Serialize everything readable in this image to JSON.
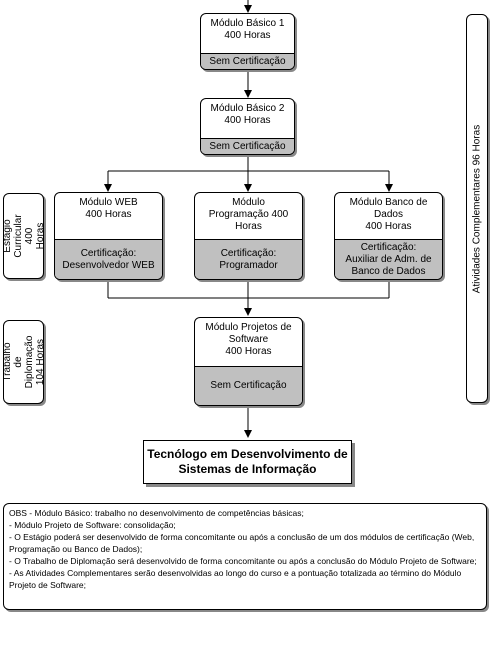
{
  "modules": {
    "basico1": {
      "title": "Módulo Básico 1\n400 Horas",
      "cert": "Sem Certificação"
    },
    "basico2": {
      "title": "Módulo Básico 2\n400 Horas",
      "cert": "Sem Certificação"
    },
    "web": {
      "title": "Módulo WEB\n400 Horas",
      "cert": "Certificação:\nDesenvolvedor WEB"
    },
    "programacao": {
      "title": "Módulo\nProgramação 400\nHoras",
      "cert": "Certificação:\nProgramador"
    },
    "banco": {
      "title": "Módulo Banco de\nDados\n400 Horas",
      "cert": "Certificação:\nAuxiliar de Adm. de\nBanco de Dados"
    },
    "projetos": {
      "title": "Módulo Projetos de\nSoftware\n400 Horas",
      "cert": "Sem Certificação"
    }
  },
  "side_labels": {
    "estagio": "Estágio\nCurricular\n400 Horas",
    "trabalho": "Trabalho de\nDiplomação\n104 Horas",
    "atividades": "Atividades Complementares 96 Horas"
  },
  "final": "Tecnólogo em Desenvolvimento de\nSistemas de Informação",
  "obs": [
    "OBS - Módulo Básico: trabalho no desenvolvimento de competências básicas;",
    "- Módulo Projeto de Software: consolidação;",
    "- O Estágio poderá ser desenvolvido de forma concomitante ou após a conclusão de um dos módulos de certificação (Web, Programação ou Banco de Dados);",
    "- O Trabalho de Diplomação será desenvolvido de forma concomitante ou após a conclusão do Módulo Projeto de Software;",
    "- As Atividades Complementares serão desenvolvidas ao longo do curso e a pontuação totalizada ao término do Módulo Projeto de Software;"
  ]
}
